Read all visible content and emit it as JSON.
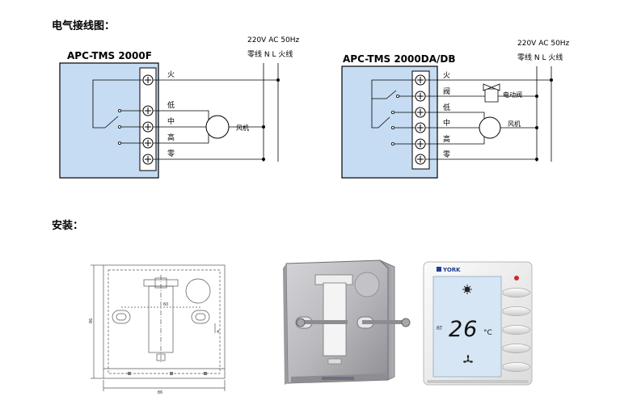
{
  "headings": {
    "wiring": "电气接线图：",
    "install": "安装："
  },
  "diagram_left": {
    "model": "APC-TMS 2000F",
    "power": "220V AC 50Hz",
    "neutral_live_label": "零线 N  L 火线",
    "terminals": [
      "火",
      "低",
      "中",
      "高",
      "零"
    ],
    "motor_label": "风机"
  },
  "diagram_right": {
    "model": "APC-TMS 2000DA/DB",
    "power": "220V AC 50Hz",
    "neutral_live_label": "零线 N  L 火线",
    "terminals": [
      "火",
      "阀",
      "低",
      "中",
      "高",
      "零"
    ],
    "valve_label": "电动阀",
    "motor_label": "风机"
  },
  "technical_drawing": {
    "dim_width_bottom": "86",
    "dim_height_left": "86",
    "dim_inner": "60",
    "dim_small": "4"
  },
  "thermostat": {
    "brand": "YORK",
    "temperature": "26",
    "unit": "°C",
    "mode_label": "RT"
  },
  "colors": {
    "panel_blue": "#c6dcf2",
    "lcd_blue": "#d6e6f4",
    "metal_gray": "#b9b9bd"
  }
}
